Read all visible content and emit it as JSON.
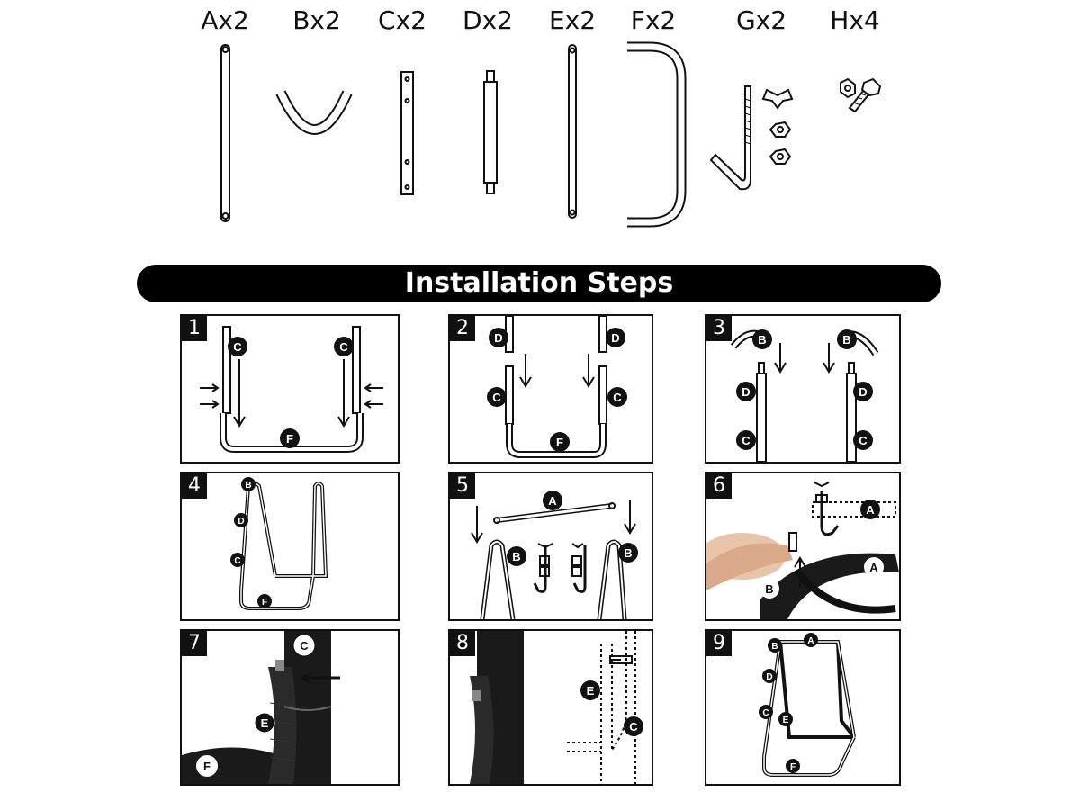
{
  "parts": [
    {
      "label": "Ax2",
      "icon": "long-rod-icon"
    },
    {
      "label": "Bx2",
      "icon": "curved-tube-icon"
    },
    {
      "label": "Cx2",
      "icon": "flat-bar-icon"
    },
    {
      "label": "Dx2",
      "icon": "connector-bar-icon"
    },
    {
      "label": "Ex2",
      "icon": "thin-rod-icon"
    },
    {
      "label": "Fx2",
      "icon": "u-frame-icon"
    },
    {
      "label": "Gx2",
      "icon": "j-hook-icon"
    },
    {
      "label": "Hx4",
      "icon": "bolt-nut-icon"
    }
  ],
  "banner": {
    "title": "Installation Steps"
  },
  "steps": [
    {
      "num": "1"
    },
    {
      "num": "2"
    },
    {
      "num": "3"
    },
    {
      "num": "4"
    },
    {
      "num": "5"
    },
    {
      "num": "6"
    },
    {
      "num": "7"
    },
    {
      "num": "8"
    },
    {
      "num": "9"
    }
  ],
  "callouts": {
    "A": "A",
    "B": "B",
    "C": "C",
    "D": "D",
    "E": "E",
    "F": "F"
  }
}
